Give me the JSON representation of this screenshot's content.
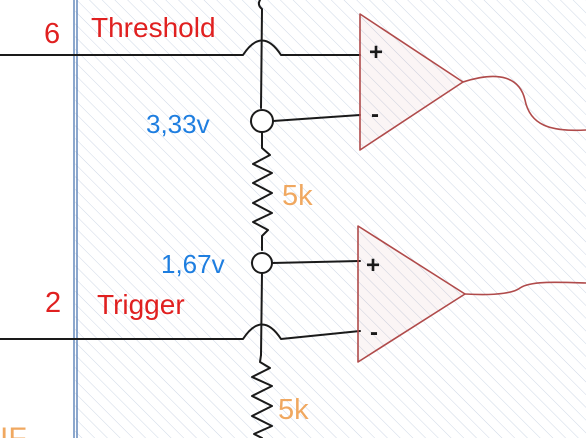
{
  "pins": {
    "threshold": {
      "number": "6",
      "label": "Threshold"
    },
    "trigger": {
      "number": "2",
      "label": "Trigger"
    }
  },
  "nodes": {
    "upper_voltage": "3,33v",
    "lower_voltage": "1,67v"
  },
  "resistors": {
    "upper": "5k",
    "lower": "5k"
  },
  "comparators": {
    "top": {
      "plus": "+",
      "minus": "-"
    },
    "bottom": {
      "plus": "+",
      "minus": "-"
    }
  },
  "edge_text": "IF",
  "colors": {
    "pin_text": "#e02020",
    "voltage_text": "#1e7ee0",
    "resistor_text": "#f0a860",
    "amp_stroke": "#b04b4b",
    "border_line": "#5b82b8",
    "hatch": "#cfd8e6"
  }
}
